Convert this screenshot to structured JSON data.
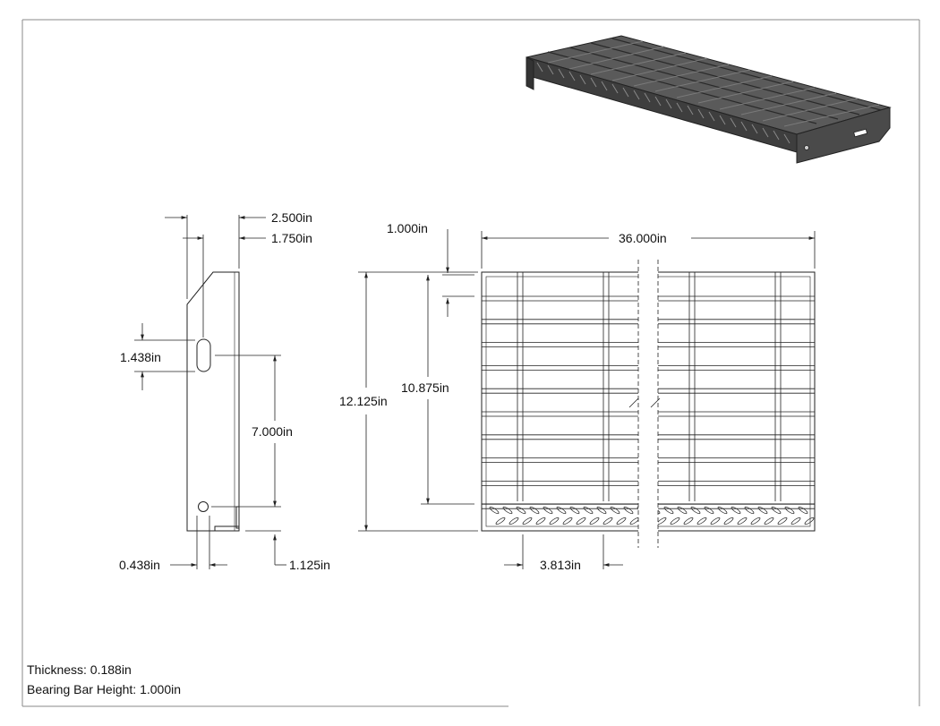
{
  "dimensions": {
    "d_2500": "2.500in",
    "d_1750": "1.750in",
    "d_1438": "1.438in",
    "d_7000": "7.000in",
    "d_0438": "0.438in",
    "d_1125": "1.125in",
    "d_1000": "1.000in",
    "d_36000": "36.000in",
    "d_12125": "12.125in",
    "d_10875": "10.875in",
    "d_3813": "3.813in"
  },
  "notes": {
    "thickness": "Thickness: 0.188in",
    "bearing_bar_height": "Bearing Bar Height: 1.000in"
  },
  "colors": {
    "line": "#222222",
    "isometric_fill": "#4a4a4a"
  }
}
